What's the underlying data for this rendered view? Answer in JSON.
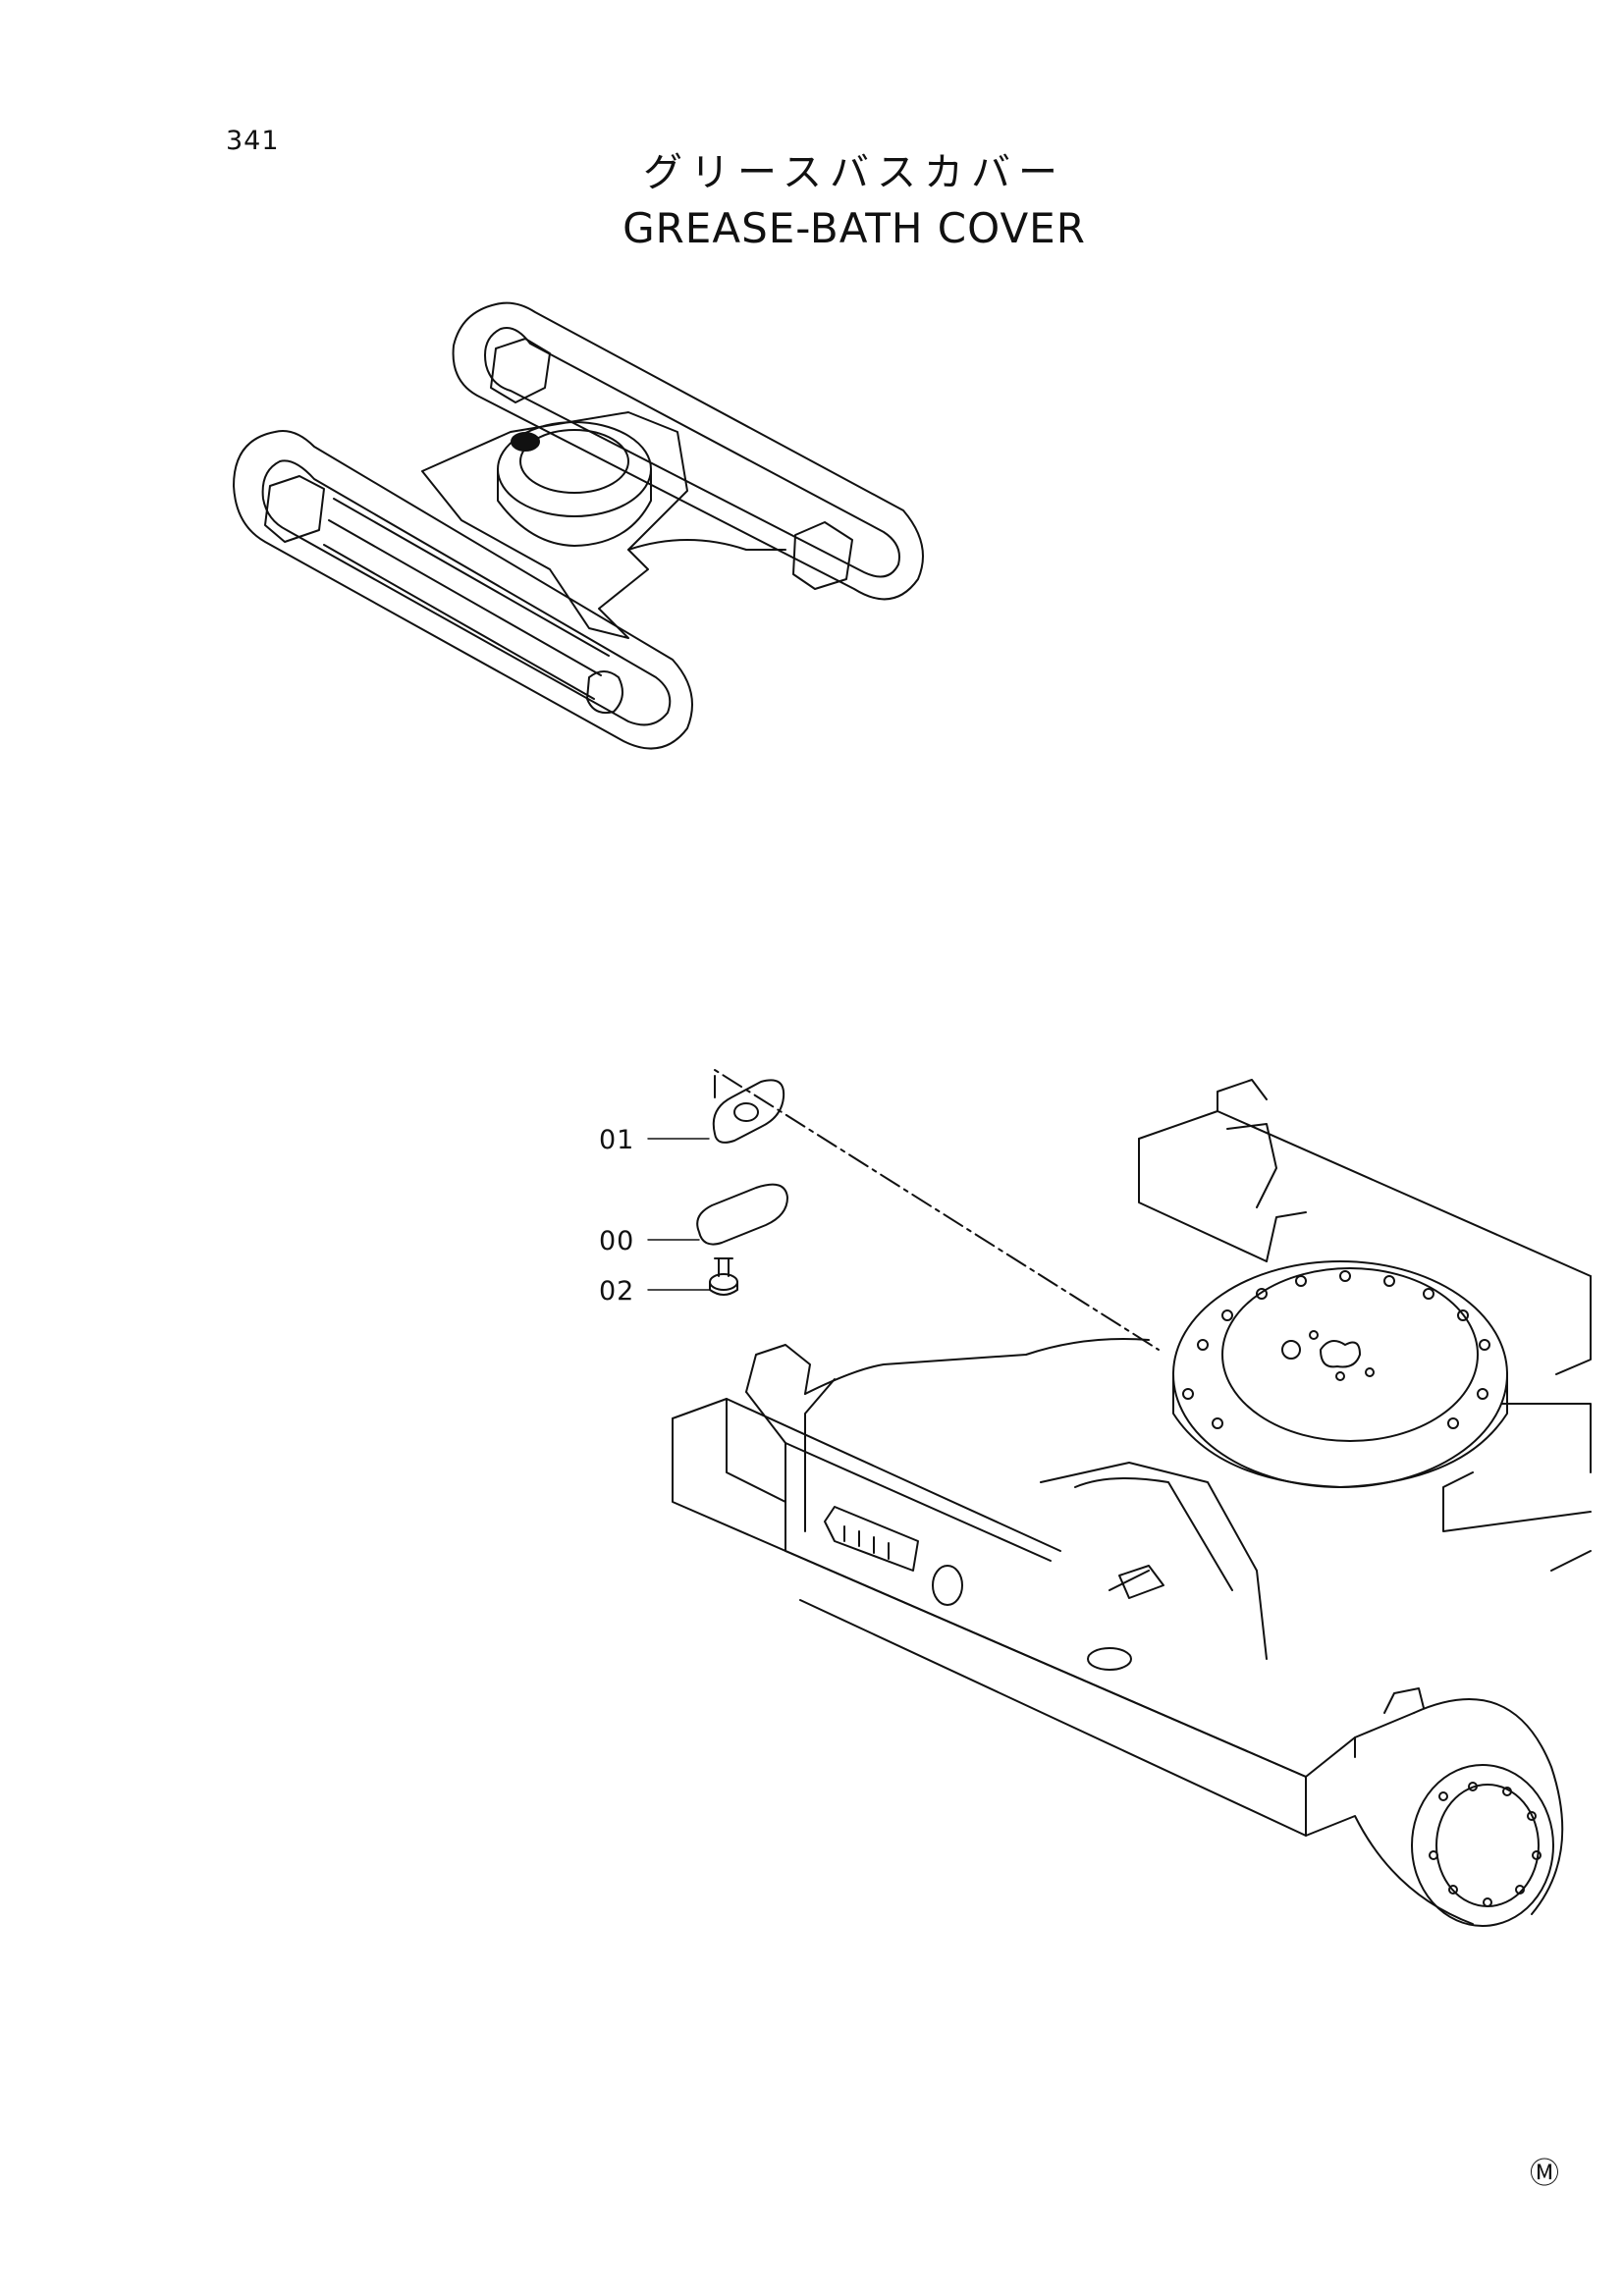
{
  "page": {
    "number": "341",
    "title_ja": "グリースバスカバー",
    "title_en": "GREASE-BATH COVER",
    "mark": "Ⓜ"
  },
  "parts": [
    {
      "callout": "01"
    },
    {
      "callout": "00"
    },
    {
      "callout": "02"
    }
  ],
  "icons": {
    "overview": "undercarriage-overview-icon",
    "detail": "undercarriage-detail-icon",
    "gasket": "gasket-icon",
    "cover": "cover-plate-icon",
    "bolt": "bolt-icon"
  }
}
